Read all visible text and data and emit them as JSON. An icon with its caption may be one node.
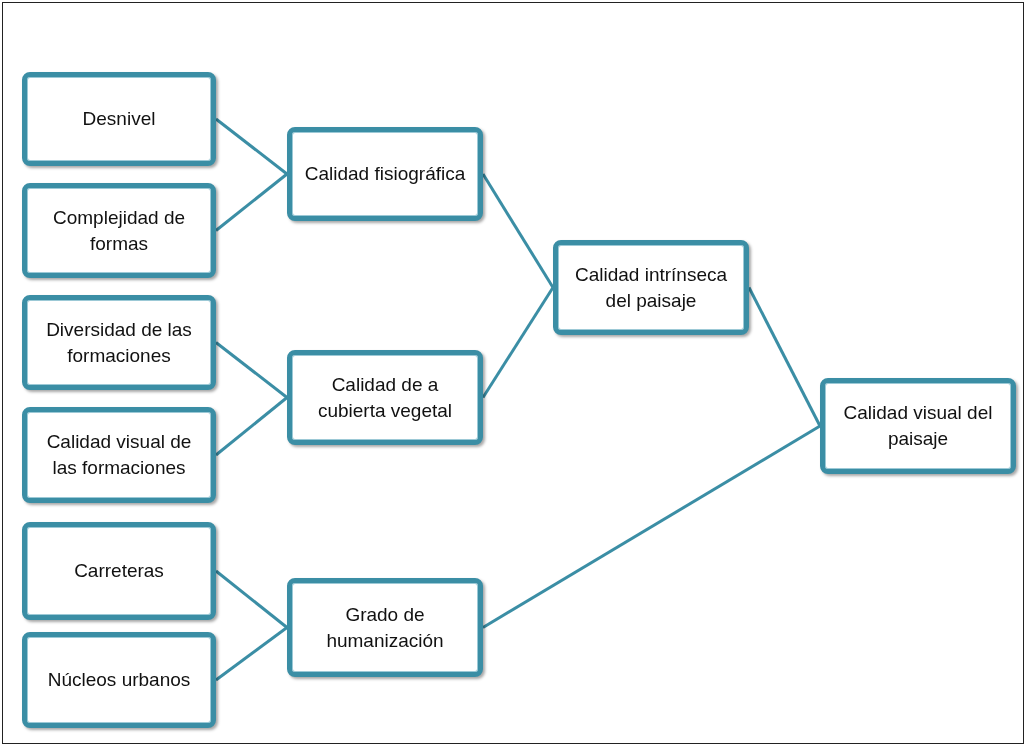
{
  "diagram": {
    "nodes": [
      {
        "text": [
          "Desnivel"
        ]
      },
      {
        "text": [
          "Complejidad de formas"
        ]
      },
      {
        "text": [
          "Diversidad de las formaciones"
        ]
      },
      {
        "text": [
          "Calidad visual de las formaciones"
        ]
      },
      {
        "text": [
          "Carreteras"
        ]
      },
      {
        "text": [
          "Núcleos urbanos"
        ]
      },
      {
        "text": [
          "Calidad fisiográfica"
        ]
      },
      {
        "text": [
          "Calidad de a cubierta vegetal"
        ]
      },
      {
        "text": [
          "Grado de humanización"
        ]
      },
      {
        "text": [
          "Calidad intrínseca del paisaje"
        ]
      },
      {
        "text": [
          "Calidad visual del paisaje"
        ]
      }
    ],
    "edges": [
      {
        "from": 0,
        "to": 6,
        "arrow": "none"
      },
      {
        "from": 1,
        "to": 6,
        "arrow": "none"
      },
      {
        "from": 2,
        "to": 7,
        "arrow": "none"
      },
      {
        "from": 3,
        "to": 7,
        "arrow": "none"
      },
      {
        "from": 4,
        "to": 8,
        "arrow": "none"
      },
      {
        "from": 5,
        "to": 8,
        "arrow": "none"
      },
      {
        "from": 6,
        "to": 9,
        "arrow": "none"
      },
      {
        "from": 7,
        "to": 9,
        "arrow": "none"
      },
      {
        "from": 9,
        "to": 10,
        "arrow": "none"
      },
      {
        "from": 8,
        "to": 10,
        "arrow": "none"
      }
    ]
  }
}
